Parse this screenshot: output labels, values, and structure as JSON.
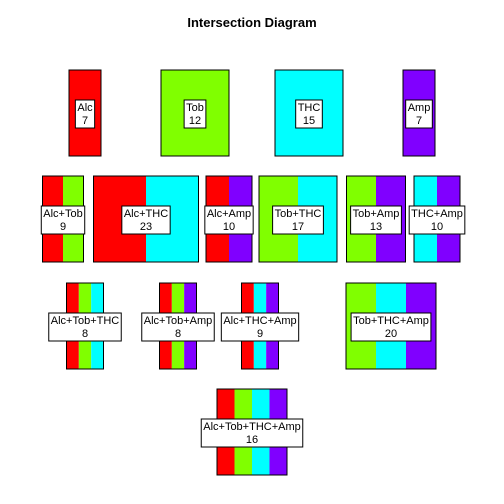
{
  "title": "Intersection Diagram",
  "colors": {
    "Alc": "#ff0000",
    "Tob": "#80ff00",
    "THC": "#00ffff",
    "Amp": "#8000ff"
  },
  "chart_data": {
    "type": "intersection-diagram",
    "sets": [
      "Alc",
      "Tob",
      "THC",
      "Amp"
    ],
    "rows": [
      [
        {
          "label": "Alc",
          "sets": [
            "Alc"
          ],
          "count": 7
        },
        {
          "label": "Tob",
          "sets": [
            "Tob"
          ],
          "count": 12
        },
        {
          "label": "THC",
          "sets": [
            "THC"
          ],
          "count": 15
        },
        {
          "label": "Amp",
          "sets": [
            "Amp"
          ],
          "count": 7
        }
      ],
      [
        {
          "label": "Alc+Tob",
          "sets": [
            "Alc",
            "Tob"
          ],
          "count": 9
        },
        {
          "label": "Alc+THC",
          "sets": [
            "Alc",
            "THC"
          ],
          "count": 23
        },
        {
          "label": "Alc+Amp",
          "sets": [
            "Alc",
            "Amp"
          ],
          "count": 10
        },
        {
          "label": "Tob+THC",
          "sets": [
            "Tob",
            "THC"
          ],
          "count": 17
        },
        {
          "label": "Tob+Amp",
          "sets": [
            "Tob",
            "Amp"
          ],
          "count": 13
        },
        {
          "label": "THC+Amp",
          "sets": [
            "THC",
            "Amp"
          ],
          "count": 10
        }
      ],
      [
        {
          "label": "Alc+Tob+THC",
          "sets": [
            "Alc",
            "Tob",
            "THC"
          ],
          "count": 8
        },
        {
          "label": "Alc+Tob+Amp",
          "sets": [
            "Alc",
            "Tob",
            "Amp"
          ],
          "count": 8
        },
        {
          "label": "Alc+THC+Amp",
          "sets": [
            "Alc",
            "THC",
            "Amp"
          ],
          "count": 9
        },
        {
          "label": "Tob+THC+Amp",
          "sets": [
            "Tob",
            "THC",
            "Amp"
          ],
          "count": 20
        }
      ],
      [
        {
          "label": "Alc+Tob+THC+Amp",
          "sets": [
            "Alc",
            "Tob",
            "THC",
            "Amp"
          ],
          "count": 16
        }
      ]
    ]
  }
}
